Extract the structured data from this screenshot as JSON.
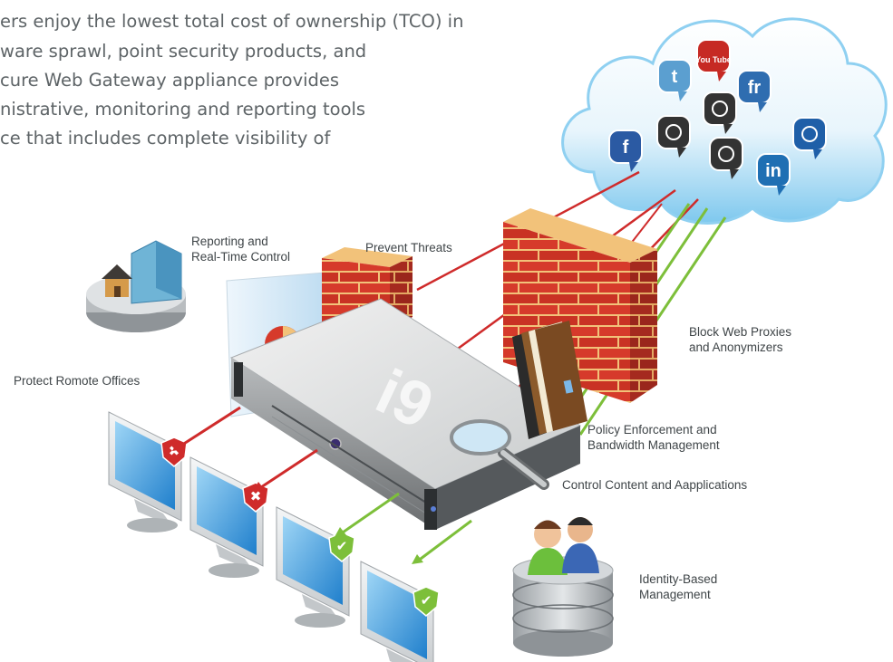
{
  "intro": {
    "lines": [
      "ers enjoy the lowest total cost of ownership (TCO) in",
      "ware sprawl, point security products, and",
      "cure Web Gateway appliance provides",
      "nistrative, monitoring and reporting tools",
      "ce that includes complete visibility of"
    ]
  },
  "labels": {
    "reporting": [
      "Reporting and",
      "Real-Time Control"
    ],
    "prevent_threats": "Prevent Threats",
    "protect_remote": "Protect Romote Offices",
    "block_proxies": [
      "Block Web Proxies",
      "and Anonymizers"
    ],
    "policy": [
      "Policy Enforcement and",
      "Bandwidth Management"
    ],
    "control_content": "Control Content and Aapplications",
    "identity": [
      "Identity-Based",
      "Management"
    ]
  },
  "cloud_icons": [
    {
      "name": "twitter-icon",
      "glyph": "t",
      "color": "#5b9fd0"
    },
    {
      "name": "youtube-icon",
      "glyph": "You Tube",
      "color": "#c62a24"
    },
    {
      "name": "friendfeed-icon",
      "glyph": "fr",
      "color": "#2f6db0"
    },
    {
      "name": "dna-icon",
      "glyph": "",
      "color": "#333333"
    },
    {
      "name": "facebook-icon",
      "glyph": "f",
      "color": "#2b5aa3"
    },
    {
      "name": "malware-bug-icon",
      "glyph": "",
      "color": "#333333"
    },
    {
      "name": "spy-icon",
      "glyph": "",
      "color": "#333333"
    },
    {
      "name": "myspace-icon",
      "glyph": "",
      "color": "#1f5fa8"
    },
    {
      "name": "linkedin-icon",
      "glyph": "in",
      "color": "#1f6fb3"
    }
  ],
  "colors": {
    "firewall_brick": "#d63a2b",
    "firewall_mortar": "#f2c27a",
    "cloud_blue": "#5fb7e6",
    "blocked_red": "#cf2b2b",
    "allowed_green": "#7dbf3a",
    "screen_blue": "#2f8fd6"
  },
  "clients": [
    {
      "status": "blocked"
    },
    {
      "status": "blocked"
    },
    {
      "status": "allowed"
    },
    {
      "status": "allowed"
    }
  ]
}
